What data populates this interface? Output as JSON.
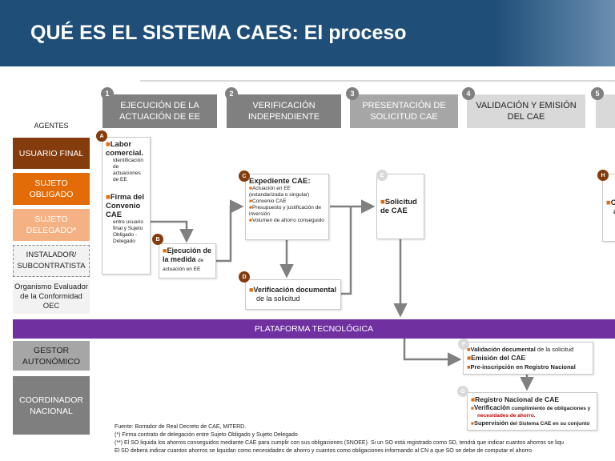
{
  "title": "QUÉ ES EL SISTEMA CAES: El proceso",
  "steps": [
    {
      "num": "1",
      "label": "EJECUCIÓN DE LA ACTUACIÓN DE EE"
    },
    {
      "num": "2",
      "label": "VERIFICACIÓN INDEPENDIENTE"
    },
    {
      "num": "3",
      "label": "PRESENTACIÓN DE SOLICITUD CAE"
    },
    {
      "num": "4",
      "label": "VALIDACIÓN Y EMISIÓN DEL CAE"
    },
    {
      "num": "5",
      "label": ""
    }
  ],
  "agents_title": "AGENTES",
  "agents": [
    {
      "label": "USUARIO FINAL",
      "bg": "#843c0c"
    },
    {
      "label": "SUJETO OBLIGADO",
      "bg": "#e36c09"
    },
    {
      "label": "SUJETO DELEGADO*",
      "bg": "#f4b183"
    },
    {
      "label": "INSTALADOR/ SUBCONTRATISTA",
      "bg": "#f2f2f2"
    },
    {
      "label": "Organismo Evaluador de la Conformidad OEC",
      "bg": "#f2f2f2"
    },
    {
      "label": "GESTOR AUTONÓMICO",
      "bg": "#a6a6a6"
    },
    {
      "label": "COORDINADOR NACIONAL",
      "bg": "#7f7f7f"
    }
  ],
  "boxes": {
    "a": {
      "letter": "A",
      "t1": "Labor comercial.",
      "s1": "Identificación de actuaciones de EE",
      "t2": "Firma del Convenio CAE",
      "s2": "entre usuario final y Sujeto Obligado - Delegado"
    },
    "b": {
      "letter": "B",
      "t1": "Ejecución de la medida",
      "s1": "de actuación en EE"
    },
    "c": {
      "letter": "C",
      "title": "Expediente CAE:",
      "items": [
        "Actuación en EE (estandarizada o singular)",
        "Convenio CAE",
        "Presupuesto y justificación de inversión",
        "Volumen de ahorro conseguido"
      ]
    },
    "d": {
      "letter": "D",
      "t1": "Verificación documental",
      "t2": "de la solicitud"
    },
    "e": {
      "letter": "E",
      "t1": "Solicitud de CAE"
    },
    "f": {
      "letter": "F",
      "l1b": "Validación documental",
      "l1": "de la solicitud",
      "l2": "Emisión del CAE",
      "l3": "Pre-inscripción en Registro Nacional"
    },
    "g": {
      "letter": "G",
      "l1": "Registro Nacional de CAE",
      "l2b": "Verificación",
      "l2": "cumplimiento de obligaciones y",
      "l2r": "necesidades de ahorro.",
      "l3b": "Supervisión",
      "l3": "del Sistema CAE en su conjunto"
    },
    "h": {
      "letter": "H",
      "t1": "C",
      "t2": "a"
    }
  },
  "platform": "PLATAFORMA TECNOLÓGICA",
  "footer": [
    "Fuente: Borrador de Real Decreto de CAE, MITERD.",
    "(*) Firma contrato de delegación entre Sujeto Obligado y Sujeto Delegado",
    "(**)  El SO liquida los ahorros conseguidos mediante CAE para cumplir con sus obligaciones (SNOEE). Si un SO está registrado como SD, tendrá que indicar cuantos ahorros se liqu",
    "El SD deberá indicar cuantos ahorros se liquidan como necesidades de ahorro y cuantos como obligaciones informando al CN a que SO se debe de computar el ahorro"
  ],
  "colors": {
    "header": "#1f4e79",
    "platform": "#7030a0",
    "accent": "#e36c09",
    "step": "#808080"
  }
}
